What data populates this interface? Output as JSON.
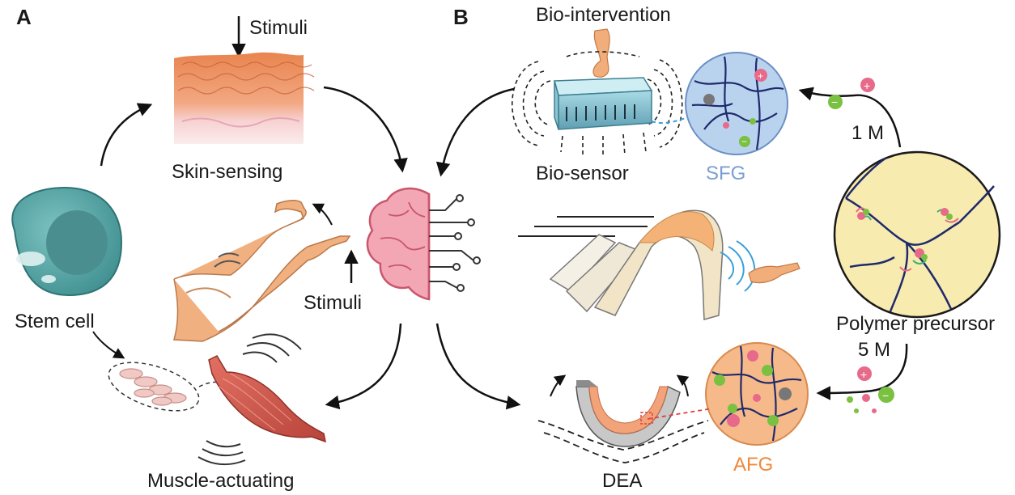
{
  "panels": {
    "a": "A",
    "b": "B"
  },
  "labels": {
    "stimuli_top": "Stimuli",
    "skin_sensing": "Skin-sensing",
    "stem_cell": "Stem cell",
    "stimuli_arm": "Stimuli",
    "muscle_actuating": "Muscle-actuating",
    "bio_intervention": "Bio-intervention",
    "bio_sensor": "Bio-sensor",
    "sfg": "SFG",
    "one_m": "1 M",
    "polymer_precursor": "Polymer precursor",
    "five_m": "5 M",
    "dea": "DEA",
    "afg": "AFG"
  },
  "colors": {
    "sfg_text": "#7b9fd4",
    "afg_text": "#f0883a",
    "sfg_fill": "#b9d3ef",
    "afg_fill": "#f6b98a",
    "precursor_fill": "#f8ebb0",
    "brain": "#f3a7b5",
    "skin": "#f0a070",
    "cell": "#5aa9a9",
    "muscle": "#d95f52",
    "polymer_chain": "#1f2a6b"
  },
  "icons": [
    "stem-cell-icon",
    "skin-tissue-icon",
    "arm-icon",
    "brain-circuit-icon",
    "muscle-icon",
    "bio-sensor-device-icon",
    "hand-icon",
    "folding-actuator-icon",
    "dea-actuator-icon"
  ]
}
